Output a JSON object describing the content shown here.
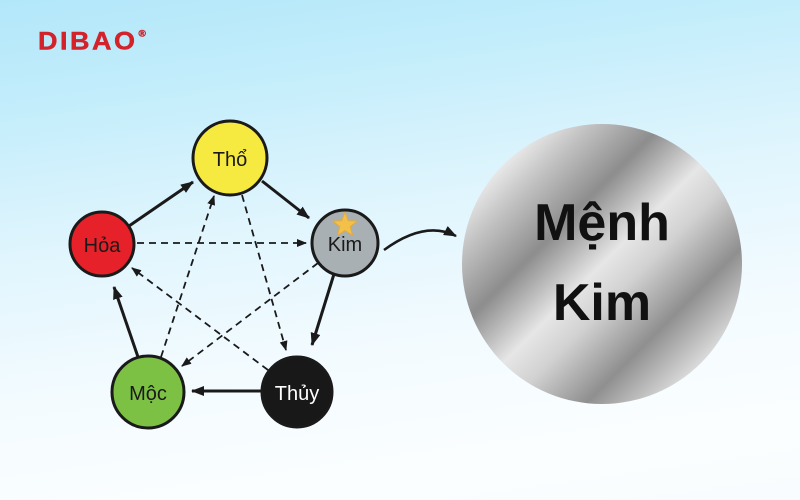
{
  "brand": {
    "logo_text": "DIBAO",
    "registered_mark": "®",
    "logo_color": "#d4222a"
  },
  "diagram": {
    "elements": [
      {
        "id": "tho",
        "label": "Thổ",
        "color": "#f6e93f",
        "text_color": "#1a1a1a"
      },
      {
        "id": "kim",
        "label": "Kim",
        "color": "#a9b0b3",
        "text_color": "#1a1a1a",
        "starred": true
      },
      {
        "id": "hoa",
        "label": "Hỏa",
        "color": "#e62129",
        "text_color": "#1a1a1a"
      },
      {
        "id": "moc",
        "label": "Mộc",
        "color": "#7cc144",
        "text_color": "#1a1a1a"
      },
      {
        "id": "thuy",
        "label": "Thủy",
        "color": "#181818",
        "text_color": "#ffffff"
      }
    ],
    "star_icon_color": "#f3c04a",
    "generating_cycle_solid_arrows": [
      "Hỏa→Thổ",
      "Thổ→Kim",
      "Kim→Thủy",
      "Thủy→Mộc",
      "Mộc→Hỏa"
    ],
    "overcoming_cycle_dashed_arrows": [
      "Hỏa→Kim",
      "Thổ→Thủy",
      "Kim→Mộc",
      "Mộc→Thổ",
      "Thủy→Hỏa"
    ]
  },
  "result_badge": {
    "line1": "Mệnh",
    "line2": "Kim"
  }
}
